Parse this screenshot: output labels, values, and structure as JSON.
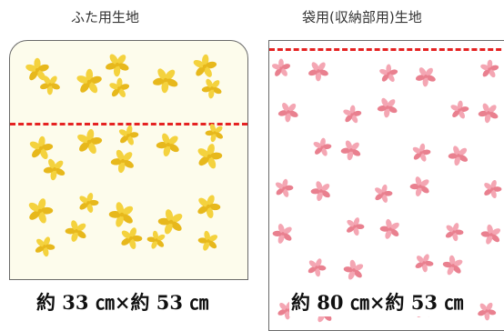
{
  "lid": {
    "title": "ふた用生地",
    "size": "約 33 ㎝×約 53 ㎝",
    "flower_color": "#f4d23e",
    "flower_shade": "#e7b81c",
    "background": "#fdfcec",
    "fold_line_color": "#e52222",
    "icon": "yellow-flower-icon"
  },
  "bag": {
    "title": "袋用(収納部用)生地",
    "size": "約 80 ㎝×約 53 ㎝",
    "flower_color": "#f4a6b3",
    "flower_shade": "#e9808f",
    "background": "#ffffff",
    "fold_line_color": "#e52222",
    "icon": "pink-flower-icon"
  }
}
